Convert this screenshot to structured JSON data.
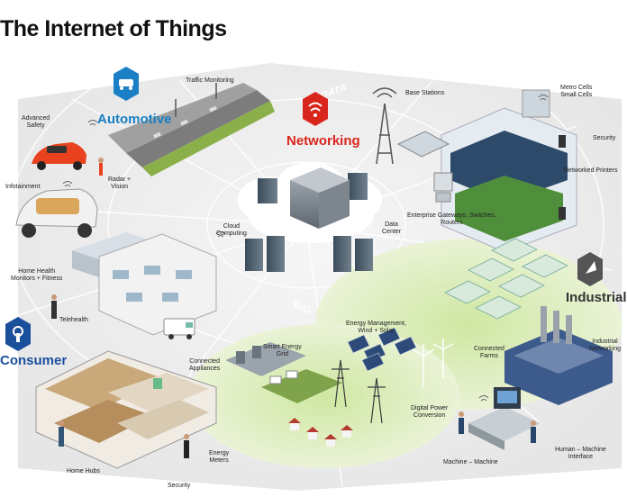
{
  "title": "The Internet of Things",
  "center": {
    "line1": "BIG",
    "line2": "DATA"
  },
  "categories": {
    "automotive": {
      "label": "Automotive",
      "color": "#1a7fc4",
      "icon": "car-icon"
    },
    "networking": {
      "label": "Networking",
      "color": "#d8261c",
      "icon": "wifi-icon"
    },
    "industrial": {
      "label": "Industrial",
      "color": "#333333",
      "icon": "arrow-icon"
    },
    "consumer": {
      "label": "Consumer",
      "color": "#1a4f9c",
      "icon": "touch-icon"
    }
  },
  "labels": {
    "traffic_monitoring": "Traffic Monitoring",
    "advanced_safety": "Advanced\nSafety",
    "infotainment": "Infotainment",
    "radar_vision": "Radar +\nVision",
    "base_stations": "Base Stations",
    "metro_cells": "Metro Cells\nSmall Cells",
    "security_top": "Security",
    "networked_printers": "Networked Printers",
    "enterprise_gateways": "Enterprise Gateways, Switches,\nRouters",
    "cloud_computing": "Cloud\nComputing",
    "data_center": "Data\nCenter",
    "home_health": "Home Health\nMonitors + Fitness",
    "telehealth": "Telehealth",
    "energy_management": "Energy Management,\nWind + Solar",
    "smart_energy_grid": "Smart Energy\nGrid",
    "connected_appliances": "Connected\nAppliances",
    "connected_farms": "Connected\nFarms",
    "industrial_networking": "Industrial\nNetworking",
    "digital_power": "Digital Power\nConversion",
    "energy_meters": "Energy\nMeters",
    "home_hubs": "Home Hubs",
    "security_bottom": "Security",
    "machine_machine": "Machine – Machine",
    "human_machine": "Human – Machine\nInterface"
  }
}
